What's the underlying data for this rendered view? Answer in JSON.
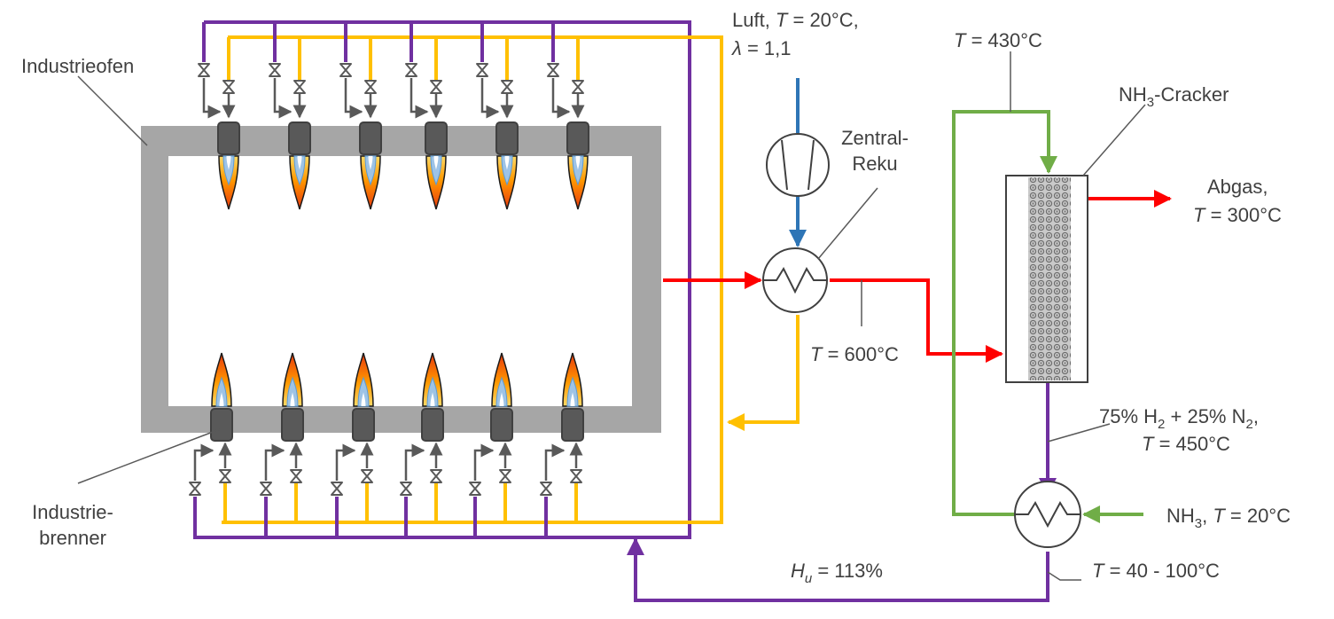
{
  "labels": {
    "furnace": "Industrieofen",
    "burner_line1": "Industrie-",
    "burner_line2": "brenner",
    "air_line1_pre": "Luft, ",
    "air_line1_var": "T",
    "air_line1_post": " = 20°C,",
    "air_line2_var": "λ",
    "air_line2_post": " = 1,1",
    "reku_line1": "Zentral-",
    "reku_line2": "Reku",
    "t600_var": "T",
    "t600_post": " = 600°C",
    "t430_var": "T",
    "t430_post": " = 430°C",
    "cracker_pre": "NH",
    "cracker_sub": "3",
    "cracker_post": "-Cracker",
    "exhaust_line1": "Abgas,",
    "exhaust_line2_var": "T",
    "exhaust_line2_post": " = 300°C",
    "mix_a": "75% H",
    "mix_sub1": "2",
    "mix_b": " + 25% N",
    "mix_sub2": "2",
    "mix_c": ",",
    "mix_line2_var": "T",
    "mix_line2_post": " = 450°C",
    "nh3_pre": "NH",
    "nh3_sub": "3",
    "nh3_mid": ", ",
    "nh3_var": "T",
    "nh3_post": " = 20°C",
    "t40_var": "T",
    "t40_post": " = 40 - 100°C",
    "hu_var": "H",
    "hu_sub": "u",
    "hu_post": " = 113%"
  },
  "colors": {
    "fuel": "#7030a0",
    "air": "#ffc000",
    "flue": "#ff0000",
    "ammonia": "#70ad47",
    "fresh_air": "#2e75b6",
    "furnace_wall": "#a6a6a6",
    "equipment": "#595959"
  },
  "burners_per_row": 6
}
